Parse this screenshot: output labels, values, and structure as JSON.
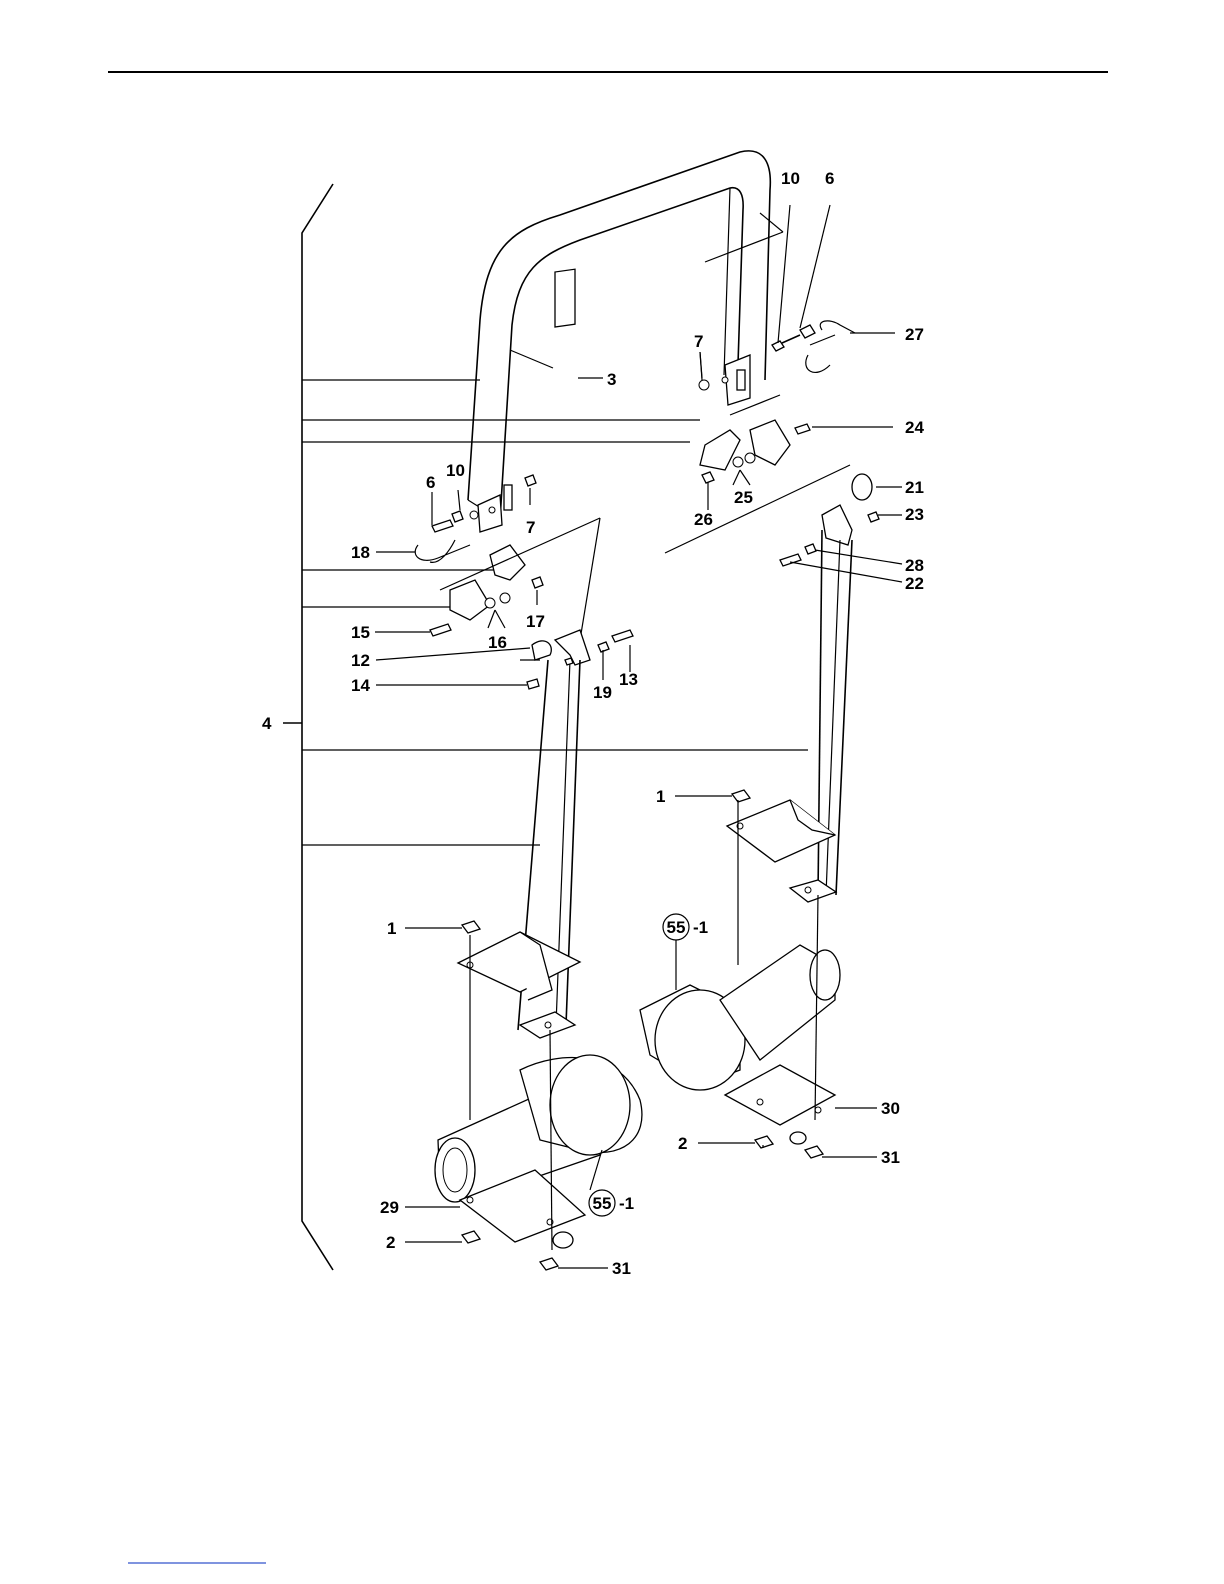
{
  "callouts": [
    {
      "id": "c10r",
      "text": "10"
    },
    {
      "id": "c6r",
      "text": "6"
    },
    {
      "id": "c27",
      "text": "27"
    },
    {
      "id": "c7r",
      "text": "7"
    },
    {
      "id": "c3",
      "text": "3"
    },
    {
      "id": "c24",
      "text": "24"
    },
    {
      "id": "c21",
      "text": "21"
    },
    {
      "id": "c26",
      "text": "26"
    },
    {
      "id": "c25",
      "text": "25"
    },
    {
      "id": "c23",
      "text": "23"
    },
    {
      "id": "c28",
      "text": "28"
    },
    {
      "id": "c22",
      "text": "22"
    },
    {
      "id": "c6l",
      "text": "6"
    },
    {
      "id": "c10l",
      "text": "10"
    },
    {
      "id": "c7l",
      "text": "7"
    },
    {
      "id": "c18",
      "text": "18"
    },
    {
      "id": "c17",
      "text": "17"
    },
    {
      "id": "c15",
      "text": "15"
    },
    {
      "id": "c16",
      "text": "16"
    },
    {
      "id": "c12",
      "text": "12"
    },
    {
      "id": "c13",
      "text": "13"
    },
    {
      "id": "c14",
      "text": "14"
    },
    {
      "id": "c19",
      "text": "19"
    },
    {
      "id": "c4",
      "text": "4"
    },
    {
      "id": "c1r",
      "text": "1"
    },
    {
      "id": "c1l",
      "text": "1"
    },
    {
      "id": "c55r",
      "text": "-1"
    },
    {
      "id": "c30",
      "text": "30"
    },
    {
      "id": "c2r",
      "text": "2"
    },
    {
      "id": "c31r",
      "text": "31"
    },
    {
      "id": "c29",
      "text": "29"
    },
    {
      "id": "c55l",
      "text": "-1"
    },
    {
      "id": "c2l",
      "text": "2"
    },
    {
      "id": "c31l",
      "text": "31"
    }
  ],
  "circled_ref": "55",
  "colors": {
    "line": "#000000",
    "footer_rule": "#3355cc"
  }
}
